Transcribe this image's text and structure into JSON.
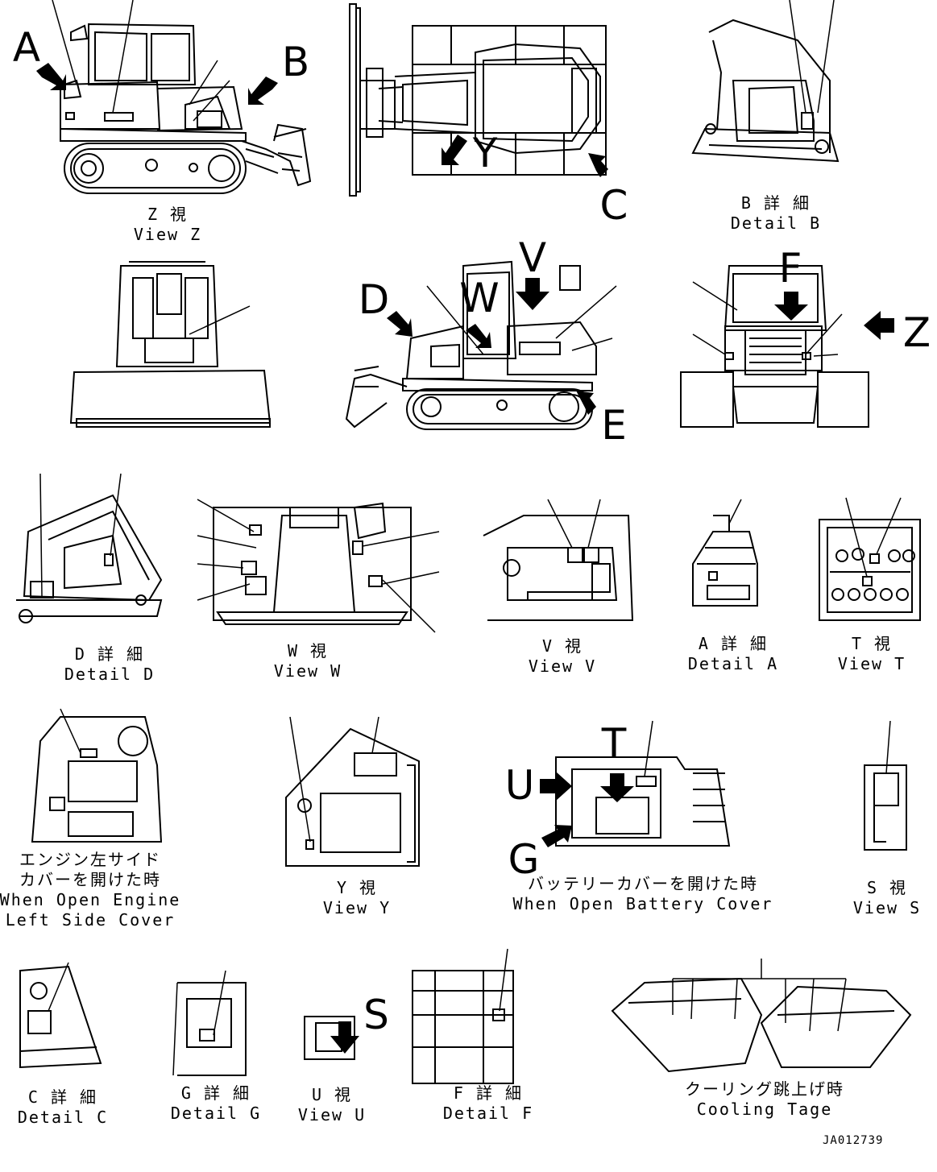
{
  "captions": {
    "view_z": {
      "jp": "Z 視",
      "en": "View Z"
    },
    "detail_b": {
      "jp": "B 詳 細",
      "en": "Detail B"
    },
    "detail_d": {
      "jp": "D 詳 細",
      "en": "Detail D"
    },
    "view_w": {
      "jp": "W 視",
      "en": "View W"
    },
    "view_v": {
      "jp": "V 視",
      "en": "View V"
    },
    "detail_a": {
      "jp": "A 詳 細",
      "en": "Detail A"
    },
    "view_t": {
      "jp": "T 視",
      "en": "View T"
    },
    "engine_cover": {
      "jp1": "エンジン左サイド",
      "jp2": "カバーを開けた時",
      "en1": "When Open Engine",
      "en2": "Left Side Cover"
    },
    "view_y": {
      "jp": "Y 視",
      "en": "View Y"
    },
    "battery_cover": {
      "jp": "バッテリーカバーを開けた時",
      "en": "When Open Battery Cover"
    },
    "view_s": {
      "jp": "S 視",
      "en": "View S"
    },
    "detail_c": {
      "jp": "C 詳 細",
      "en": "Detail C"
    },
    "detail_g": {
      "jp": "G 詳 細",
      "en": "Detail G"
    },
    "view_u": {
      "jp": "U 視",
      "en": "View U"
    },
    "detail_f": {
      "jp": "F 詳 細",
      "en": "Detail F"
    },
    "cooling": {
      "jp": "クーリング跳上げ時",
      "en": "Cooling Tage"
    }
  },
  "callouts": {
    "a": "A",
    "b": "B",
    "c": "C",
    "d": "D",
    "e": "E",
    "f": "F",
    "g": "G",
    "s": "S",
    "t": "T",
    "u": "U",
    "v": "V",
    "w": "W",
    "y": "Y",
    "z": "Z"
  },
  "drawing_code": "JA012739"
}
